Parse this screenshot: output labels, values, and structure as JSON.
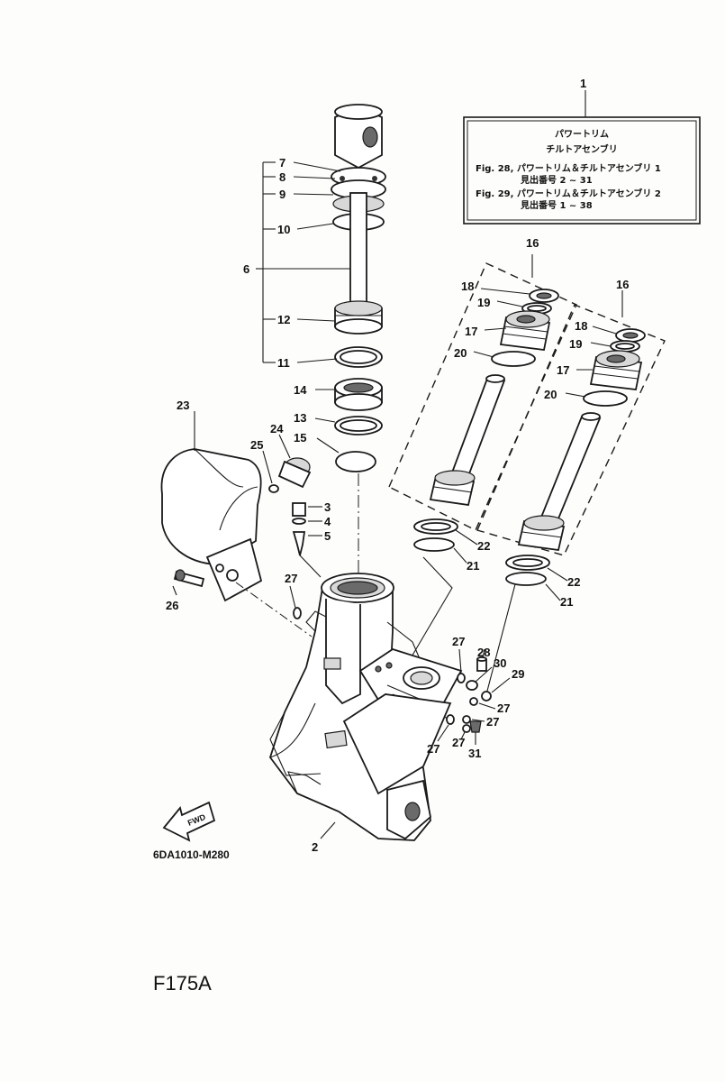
{
  "assembly_box": {
    "callout": "1",
    "line1": "パワートリム",
    "line2": "チルトアセンブリ",
    "line3": "Fig. 28, パワートリム＆チルトアセンブリ 1",
    "line4": "見出番号 2 ~ 31",
    "line5": "Fig. 29, パワートリム＆チルトアセンブリ 2",
    "line6": "見出番号 1 ~ 38"
  },
  "labels": {
    "n2": "2",
    "n3": "3",
    "n4": "4",
    "n5": "5",
    "n6": "6",
    "n7": "7",
    "n8": "8",
    "n9": "9",
    "n10": "10",
    "n11": "11",
    "n12": "12",
    "n13": "13",
    "n14": "14",
    "n15": "15",
    "n16a": "16",
    "n16b": "16",
    "n17a": "17",
    "n17b": "17",
    "n18a": "18",
    "n18b": "18",
    "n19a": "19",
    "n19b": "19",
    "n20a": "20",
    "n20b": "20",
    "n21a": "21",
    "n21b": "21",
    "n22a": "22",
    "n22b": "22",
    "n23": "23",
    "n24": "24",
    "n25": "25",
    "n26": "26",
    "n27a": "27",
    "n27b": "27",
    "n27c": "27",
    "n27d": "27",
    "n27e": "27",
    "n27f": "27",
    "n28": "28",
    "n29": "29",
    "n30": "30",
    "n31": "31"
  },
  "fwd_label": "FWD",
  "diagram_code": "6DA1010-M280",
  "model": "F175A"
}
